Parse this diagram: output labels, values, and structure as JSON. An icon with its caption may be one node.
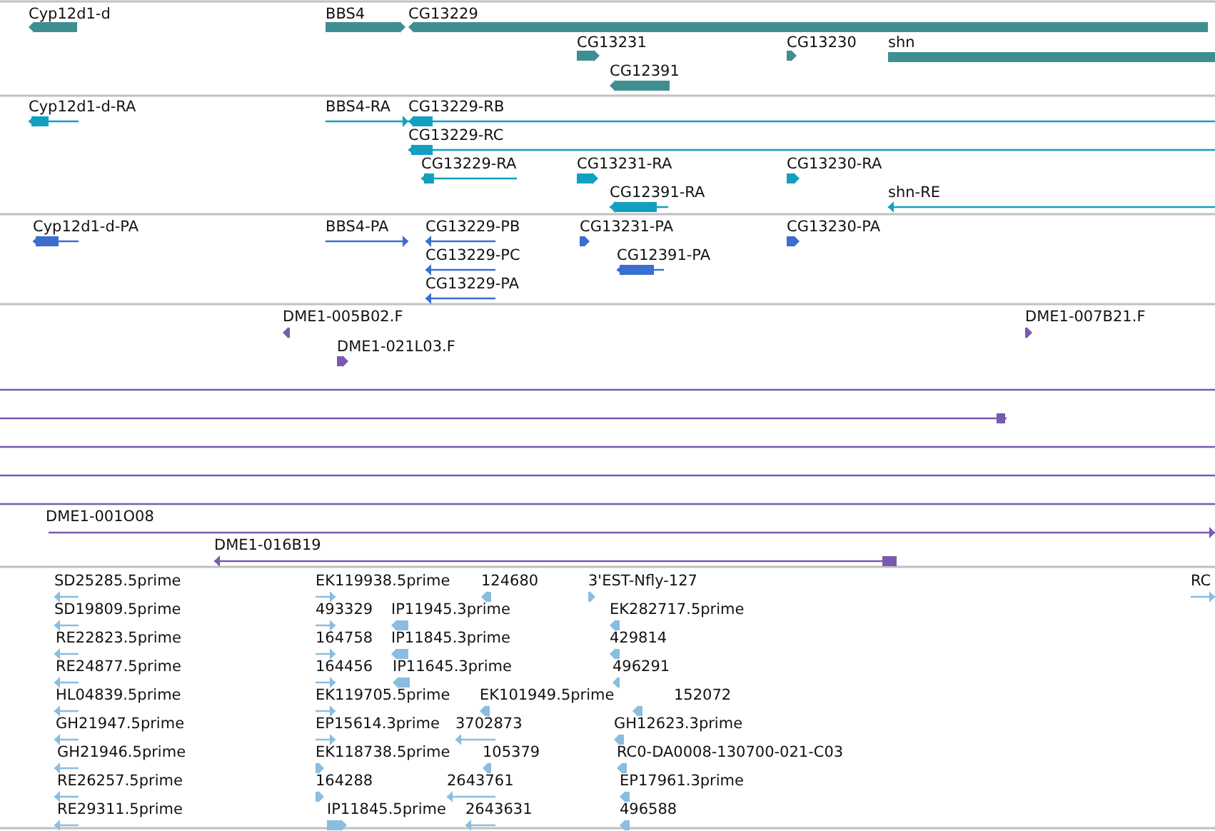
{
  "diagram": {
    "labels": [
      "Cyp12d1-d",
      "BBS4",
      "CG13229",
      "CG13231",
      "CG13230",
      "shn",
      "CG12391",
      "Cyp12d1-d-RA",
      "BBS4-RA",
      "CG13229-RB",
      "CG13229-RC",
      "CG13229-RA",
      "CG13231-RA",
      "CG13230-RA",
      "CG12391-RA",
      "shn-RE",
      "Cyp12d1-d-PA",
      "BBS4-PA",
      "CG13229-PB",
      "CG13231-PA",
      "CG13230-PA",
      "CG13229-PC",
      "CG12391-PA",
      "CG13229-PA",
      "DME1-005B02.F",
      "DME1-007B21.F",
      "DME1-021L03.F",
      "DME1-001O08",
      "DME1-016B19",
      "SD25285.5prime",
      "EK119938.5prime",
      "124680",
      "3'EST-Nfly-127",
      "RC",
      "SD19809.5prime",
      "493329",
      "IP11945.3prime",
      "EK282717.5prime",
      "RE22823.5prime",
      "164758",
      "IP11845.3prime",
      "429814",
      "RE24877.5prime",
      "164456",
      "IP11645.3prime",
      "496291",
      "HL04839.5prime",
      "EK119705.5prime",
      "EK101949.5prime",
      "152072",
      "GH21947.5prime",
      "EP15614.3prime",
      "3702873",
      "GH12623.3prime",
      "GH21946.5prime",
      "EK118738.5prime",
      "105379",
      "RC0-DA0008-130700-021-C03",
      "RE26257.5prime",
      "164288",
      "2643761",
      "EP17961.3prime",
      "RE29311.5prime",
      "IP11845.5prime",
      "2643631",
      "496588"
    ]
  }
}
